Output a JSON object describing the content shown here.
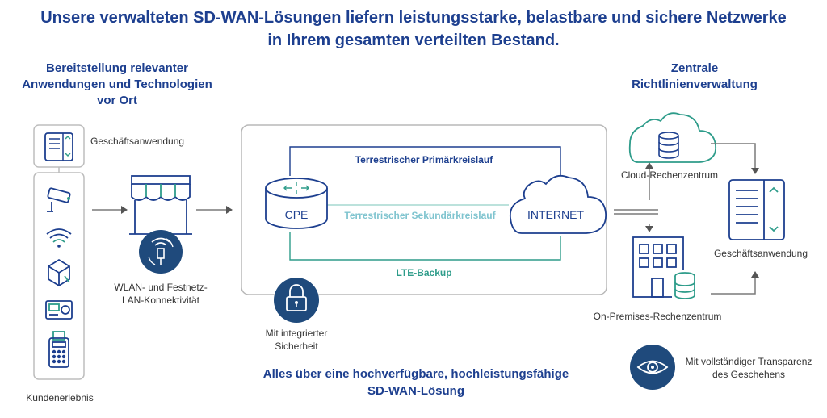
{
  "title": "Unsere verwalteten SD-WAN-Lösungen liefern leistungsstarke, belastbare und sichere Netzwerke in Ihrem gesamten verteilten Bestand.",
  "left_header": [
    "Bereitstellung relevanter",
    "Anwendungen und Technologien",
    "vor Ort"
  ],
  "right_header": [
    "Zentrale",
    "Richtlinienverwaltung"
  ],
  "labels": {
    "business_app_left": "Geschäftsanwendung",
    "customer_experience": "Kundenerlebnis",
    "wlan": [
      "WLAN- und Festnetz-",
      "LAN-Konnektivität"
    ],
    "security": [
      "Mit integrierter",
      "Sicherheit"
    ],
    "primary": "Terrestrischer Primärkreislauf",
    "secondary": "Terrestrischer Sekundärkreislauf",
    "lte": "LTE-Backup",
    "cpe": "CPE",
    "internet": "INTERNET",
    "cloud_dc": "Cloud-Rechenzentrum",
    "onprem_dc": "On-Premises-Rechenzentrum",
    "business_app_right": "Geschäftsanwendung",
    "transparency": [
      "Mit vollständiger Transparenz",
      "des Geschehens"
    ]
  },
  "bottom_title": [
    "Alles über eine hochverfügbare, hochleistungsfähige",
    "SD-WAN-Lösung"
  ],
  "colors": {
    "navy": "#1d3f8f",
    "teal": "#2e9c8a",
    "light_teal": "#7fc4cf",
    "grey": "#bdbdbd",
    "dark_circle": "#1f4a7c"
  }
}
